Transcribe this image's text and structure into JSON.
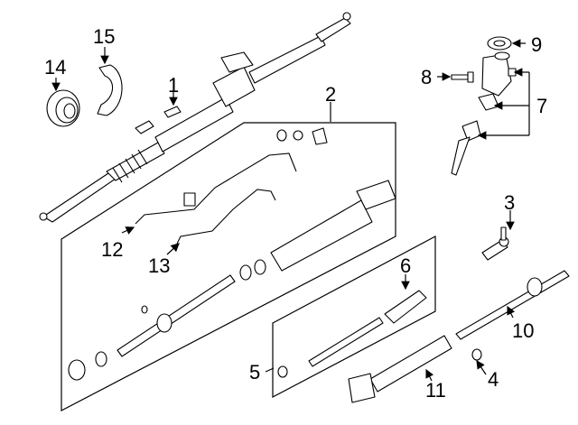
{
  "diagram": {
    "title": "Steering gear & linkage parts diagram",
    "callouts": {
      "c1": "1",
      "c2": "2",
      "c3": "3",
      "c4": "4",
      "c5": "5",
      "c6": "6",
      "c7": "7",
      "c8": "8",
      "c9": "9",
      "c10": "10",
      "c11": "11",
      "c12": "12",
      "c13": "13",
      "c14": "14",
      "c15": "15"
    }
  }
}
